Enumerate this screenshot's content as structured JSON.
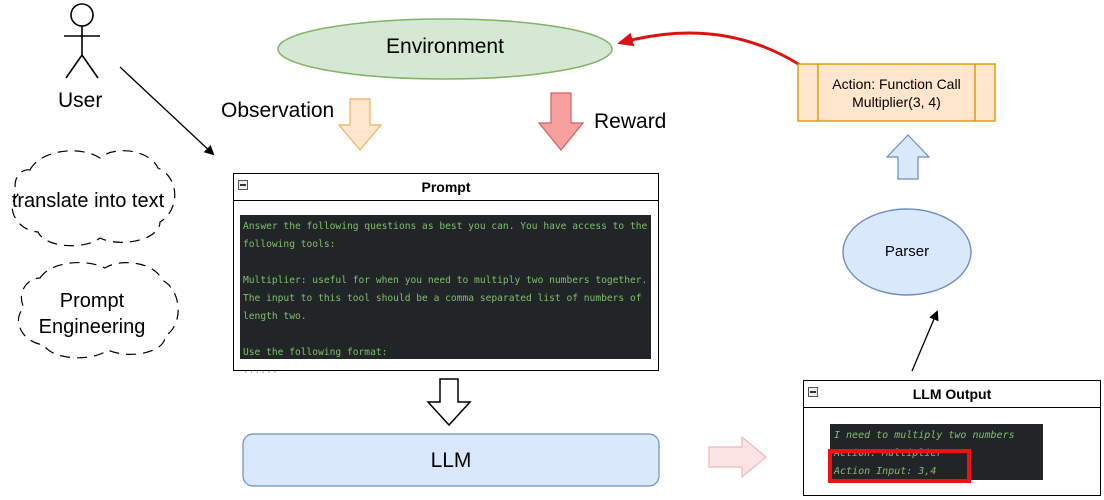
{
  "user_label": "User",
  "environment_label": "Environment",
  "observation_label": "Observation",
  "reward_label": "Reward",
  "action_box": {
    "line1": "Action: Function Call",
    "line2": "Multiplier(3, 4)"
  },
  "parser_label": "Parser",
  "translate_cloud": "translate into text",
  "prompt_eng_cloud": {
    "line1": "Prompt",
    "line2": "Engineering"
  },
  "prompt_panel": {
    "title": "Prompt",
    "lines": [
      "Answer the following questions as best you can. You have access to the",
      "following tools:",
      "",
      "Multiplier: useful for when you need to multiply two numbers together.",
      "The input to this tool should be a comma separated list of numbers of",
      "length two.",
      "",
      "Use the following format:",
      "......"
    ]
  },
  "llm_label": "LLM",
  "llm_output_panel": {
    "title": "LLM Output",
    "lines": [
      "I need to multiply two numbers",
      "Action: Multiplier",
      "Action Input: 3,4"
    ]
  },
  "colors": {
    "environment_fill": "#d5e8d4",
    "environment_stroke": "#82b366",
    "observation_arrow": "#ffe6cc",
    "reward_arrow": "#f8a0a0",
    "action_fill": "#ffe6cc",
    "action_stroke": "#d79b00",
    "parser_fill": "#dae8fc",
    "parser_stroke": "#6c8ebf",
    "llm_fill": "#dae8fc",
    "code_bg": "#222528",
    "code_text": "#7fbf6a",
    "highlight": "#ee1111",
    "feedback_arrow": "#dd1111"
  }
}
